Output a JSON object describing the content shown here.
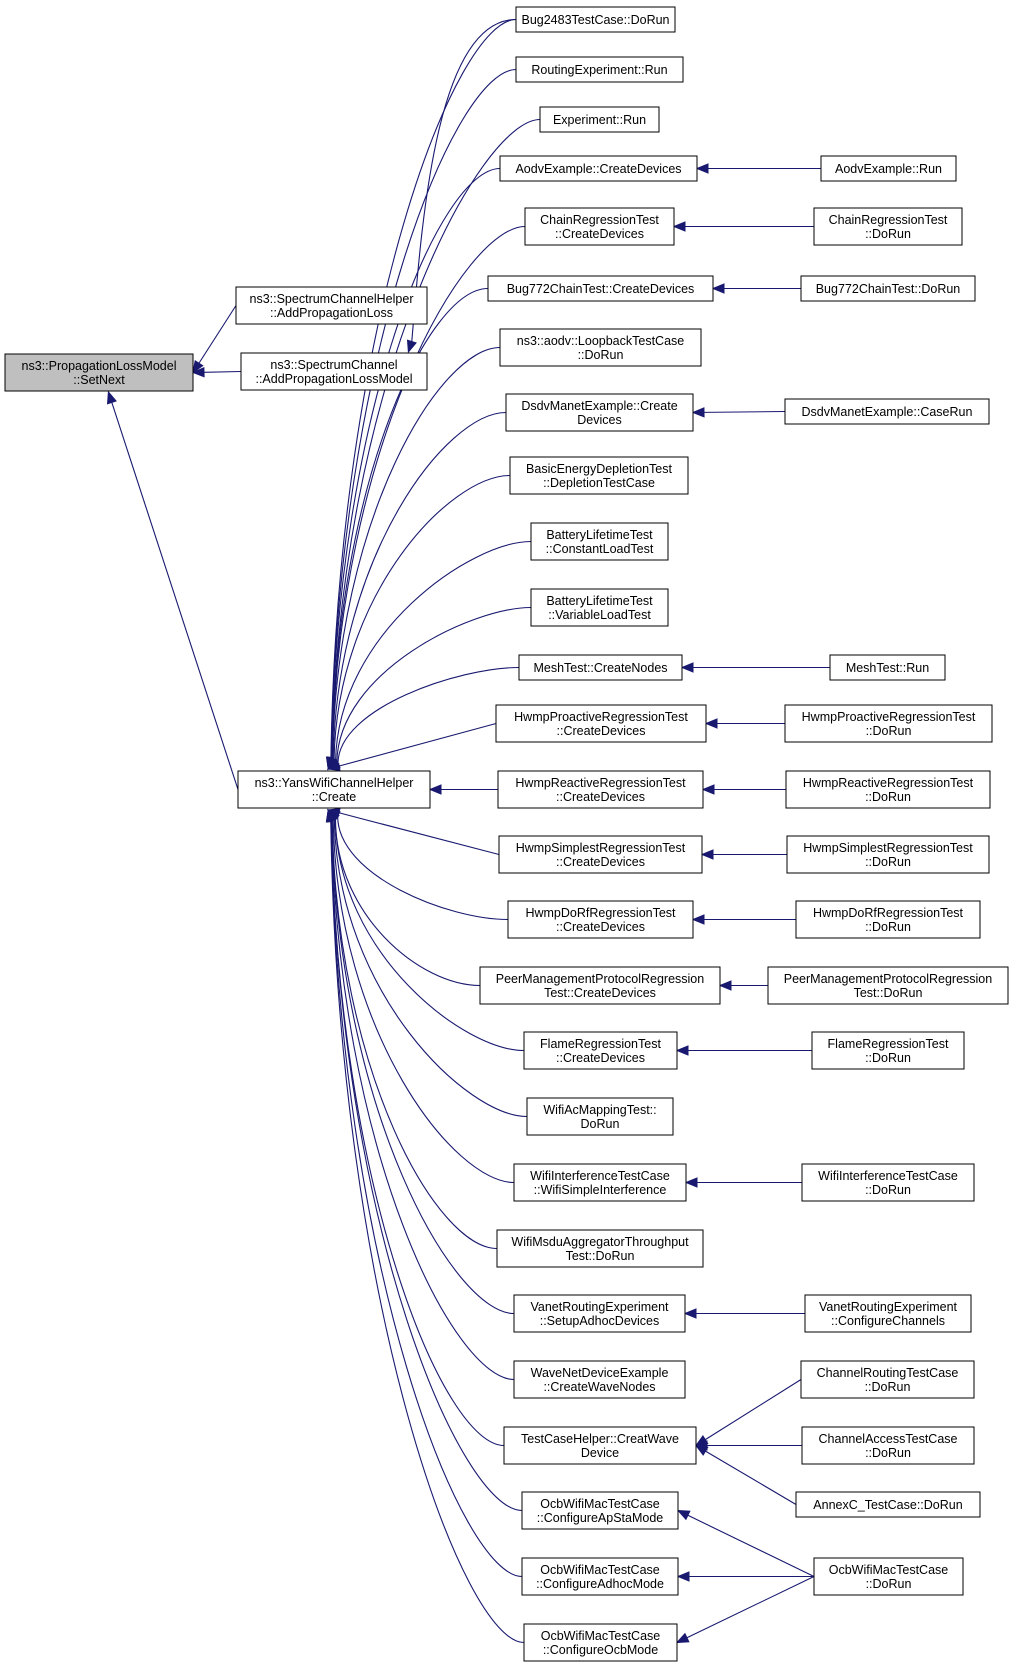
{
  "graph": {
    "colors": {
      "edge": "#191970",
      "node_border": "#000000",
      "root_fill": "#bfbfbf",
      "node_fill": "#ffffff"
    },
    "nodes": [
      {
        "id": "setnext",
        "lines": [
          "ns3::PropagationLossModel",
          "::SetNext"
        ],
        "root": true
      },
      {
        "id": "schelper",
        "lines": [
          "ns3::SpectrumChannelHelper",
          "::AddPropagationLoss"
        ]
      },
      {
        "id": "schannel",
        "lines": [
          "ns3::SpectrumChannel",
          "::AddPropagationLossModel"
        ]
      },
      {
        "id": "yans",
        "lines": [
          "ns3::YansWifiChannelHelper",
          "::Create"
        ]
      },
      {
        "id": "bug2483",
        "lines": [
          "Bug2483TestCase::DoRun"
        ]
      },
      {
        "id": "routingexp",
        "lines": [
          "RoutingExperiment::Run"
        ]
      },
      {
        "id": "experiment",
        "lines": [
          "Experiment::Run"
        ]
      },
      {
        "id": "aodvcreate",
        "lines": [
          "AodvExample::CreateDevices"
        ]
      },
      {
        "id": "chaincreate",
        "lines": [
          "ChainRegressionTest",
          "::CreateDevices"
        ]
      },
      {
        "id": "bug772create",
        "lines": [
          "Bug772ChainTest::CreateDevices"
        ]
      },
      {
        "id": "loopback",
        "lines": [
          "ns3::aodv::LoopbackTestCase",
          "::DoRun"
        ]
      },
      {
        "id": "dsdvcreate",
        "lines": [
          "DsdvManetExample::Create",
          "Devices"
        ]
      },
      {
        "id": "basicenergy",
        "lines": [
          "BasicEnergyDepletionTest",
          "::DepletionTestCase"
        ]
      },
      {
        "id": "batteryconst",
        "lines": [
          "BatteryLifetimeTest",
          "::ConstantLoadTest"
        ]
      },
      {
        "id": "batteryvar",
        "lines": [
          "BatteryLifetimeTest",
          "::VariableLoadTest"
        ]
      },
      {
        "id": "meshcreate",
        "lines": [
          "MeshTest::CreateNodes"
        ]
      },
      {
        "id": "hwmpproact",
        "lines": [
          "HwmpProactiveRegressionTest",
          "::CreateDevices"
        ]
      },
      {
        "id": "hwmpreact",
        "lines": [
          "HwmpReactiveRegressionTest",
          "::CreateDevices"
        ]
      },
      {
        "id": "hwmpsimp",
        "lines": [
          "HwmpSimplestRegressionTest",
          "::CreateDevices"
        ]
      },
      {
        "id": "hwmpdorf",
        "lines": [
          "HwmpDoRfRegressionTest",
          "::CreateDevices"
        ]
      },
      {
        "id": "peermgmt",
        "lines": [
          "PeerManagementProtocolRegression",
          "Test::CreateDevices"
        ]
      },
      {
        "id": "flame",
        "lines": [
          "FlameRegressionTest",
          "::CreateDevices"
        ]
      },
      {
        "id": "wifiac",
        "lines": [
          "WifiAcMappingTest::",
          "DoRun"
        ]
      },
      {
        "id": "wifiinterf",
        "lines": [
          "WifiInterferenceTestCase",
          "::WifiSimpleInterference"
        ]
      },
      {
        "id": "wifimsdu",
        "lines": [
          "WifiMsduAggregatorThroughput",
          "Test::DoRun"
        ]
      },
      {
        "id": "vanet",
        "lines": [
          "VanetRoutingExperiment",
          "::SetupAdhocDevices"
        ]
      },
      {
        "id": "wavenet",
        "lines": [
          "WaveNetDeviceExample",
          "::CreateWaveNodes"
        ]
      },
      {
        "id": "testcasehelper",
        "lines": [
          "TestCaseHelper::CreatWave",
          "Device"
        ]
      },
      {
        "id": "ocbapsta",
        "lines": [
          "OcbWifiMacTestCase",
          "::ConfigureApStaMode"
        ]
      },
      {
        "id": "ocbadhoc",
        "lines": [
          "OcbWifiMacTestCase",
          "::ConfigureAdhocMode"
        ]
      },
      {
        "id": "ocbocb",
        "lines": [
          "OcbWifiMacTestCase",
          "::ConfigureOcbMode"
        ]
      },
      {
        "id": "aodvrun",
        "lines": [
          "AodvExample::Run"
        ]
      },
      {
        "id": "chaindorun",
        "lines": [
          "ChainRegressionTest",
          "::DoRun"
        ]
      },
      {
        "id": "bug772dorun",
        "lines": [
          "Bug772ChainTest::DoRun"
        ]
      },
      {
        "id": "dsdvcaserun",
        "lines": [
          "DsdvManetExample::CaseRun"
        ]
      },
      {
        "id": "meshrun",
        "lines": [
          "MeshTest::Run"
        ]
      },
      {
        "id": "hwmpproactdorun",
        "lines": [
          "HwmpProactiveRegressionTest",
          "::DoRun"
        ]
      },
      {
        "id": "hwmpreactdorun",
        "lines": [
          "HwmpReactiveRegressionTest",
          "::DoRun"
        ]
      },
      {
        "id": "hwmpsimpdorun",
        "lines": [
          "HwmpSimplestRegressionTest",
          "::DoRun"
        ]
      },
      {
        "id": "hwmpdorfdorun",
        "lines": [
          "HwmpDoRfRegressionTest",
          "::DoRun"
        ]
      },
      {
        "id": "peermgmtdorun",
        "lines": [
          "PeerManagementProtocolRegression",
          "Test::DoRun"
        ]
      },
      {
        "id": "flamedorun",
        "lines": [
          "FlameRegressionTest",
          "::DoRun"
        ]
      },
      {
        "id": "wifiinterfdorun",
        "lines": [
          "WifiInterferenceTestCase",
          "::DoRun"
        ]
      },
      {
        "id": "vanetconfig",
        "lines": [
          "VanetRoutingExperiment",
          "::ConfigureChannels"
        ]
      },
      {
        "id": "chanrouting",
        "lines": [
          "ChannelRoutingTestCase",
          "::DoRun"
        ]
      },
      {
        "id": "chanaccess",
        "lines": [
          "ChannelAccessTestCase",
          "::DoRun"
        ]
      },
      {
        "id": "annexc",
        "lines": [
          "AnnexC_TestCase::DoRun"
        ]
      },
      {
        "id": "ocbdorun",
        "lines": [
          "OcbWifiMacTestCase",
          "::DoRun"
        ]
      }
    ],
    "edges": [
      [
        "schelper",
        "setnext"
      ],
      [
        "schannel",
        "setnext"
      ],
      [
        "yans",
        "setnext"
      ],
      [
        "bug2483",
        "schannel"
      ],
      [
        "bug2483",
        "yans"
      ],
      [
        "routingexp",
        "yans"
      ],
      [
        "experiment",
        "yans"
      ],
      [
        "aodvcreate",
        "yans"
      ],
      [
        "chaincreate",
        "yans"
      ],
      [
        "bug772create",
        "yans"
      ],
      [
        "loopback",
        "yans"
      ],
      [
        "dsdvcreate",
        "yans"
      ],
      [
        "basicenergy",
        "yans"
      ],
      [
        "batteryconst",
        "yans"
      ],
      [
        "batteryvar",
        "yans"
      ],
      [
        "meshcreate",
        "yans"
      ],
      [
        "hwmpproact",
        "yans"
      ],
      [
        "hwmpreact",
        "yans"
      ],
      [
        "hwmpsimp",
        "yans"
      ],
      [
        "hwmpdorf",
        "yans"
      ],
      [
        "peermgmt",
        "yans"
      ],
      [
        "flame",
        "yans"
      ],
      [
        "wifiac",
        "yans"
      ],
      [
        "wifiinterf",
        "yans"
      ],
      [
        "wifimsdu",
        "yans"
      ],
      [
        "vanet",
        "yans"
      ],
      [
        "wavenet",
        "yans"
      ],
      [
        "testcasehelper",
        "yans"
      ],
      [
        "ocbapsta",
        "yans"
      ],
      [
        "ocbadhoc",
        "yans"
      ],
      [
        "ocbocb",
        "yans"
      ],
      [
        "aodvrun",
        "aodvcreate"
      ],
      [
        "chaindorun",
        "chaincreate"
      ],
      [
        "bug772dorun",
        "bug772create"
      ],
      [
        "dsdvcaserun",
        "dsdvcreate"
      ],
      [
        "meshrun",
        "meshcreate"
      ],
      [
        "hwmpproactdorun",
        "hwmpproact"
      ],
      [
        "hwmpreactdorun",
        "hwmpreact"
      ],
      [
        "hwmpsimpdorun",
        "hwmpsimp"
      ],
      [
        "hwmpdorfdorun",
        "hwmpdorf"
      ],
      [
        "peermgmtdorun",
        "peermgmt"
      ],
      [
        "flamedorun",
        "flame"
      ],
      [
        "wifiinterfdorun",
        "wifiinterf"
      ],
      [
        "vanetconfig",
        "vanet"
      ],
      [
        "chanrouting",
        "testcasehelper"
      ],
      [
        "chanaccess",
        "testcasehelper"
      ],
      [
        "annexc",
        "testcasehelper"
      ],
      [
        "ocbdorun",
        "ocbapsta"
      ],
      [
        "ocbdorun",
        "ocbadhoc"
      ],
      [
        "ocbdorun",
        "ocbocb"
      ]
    ]
  }
}
